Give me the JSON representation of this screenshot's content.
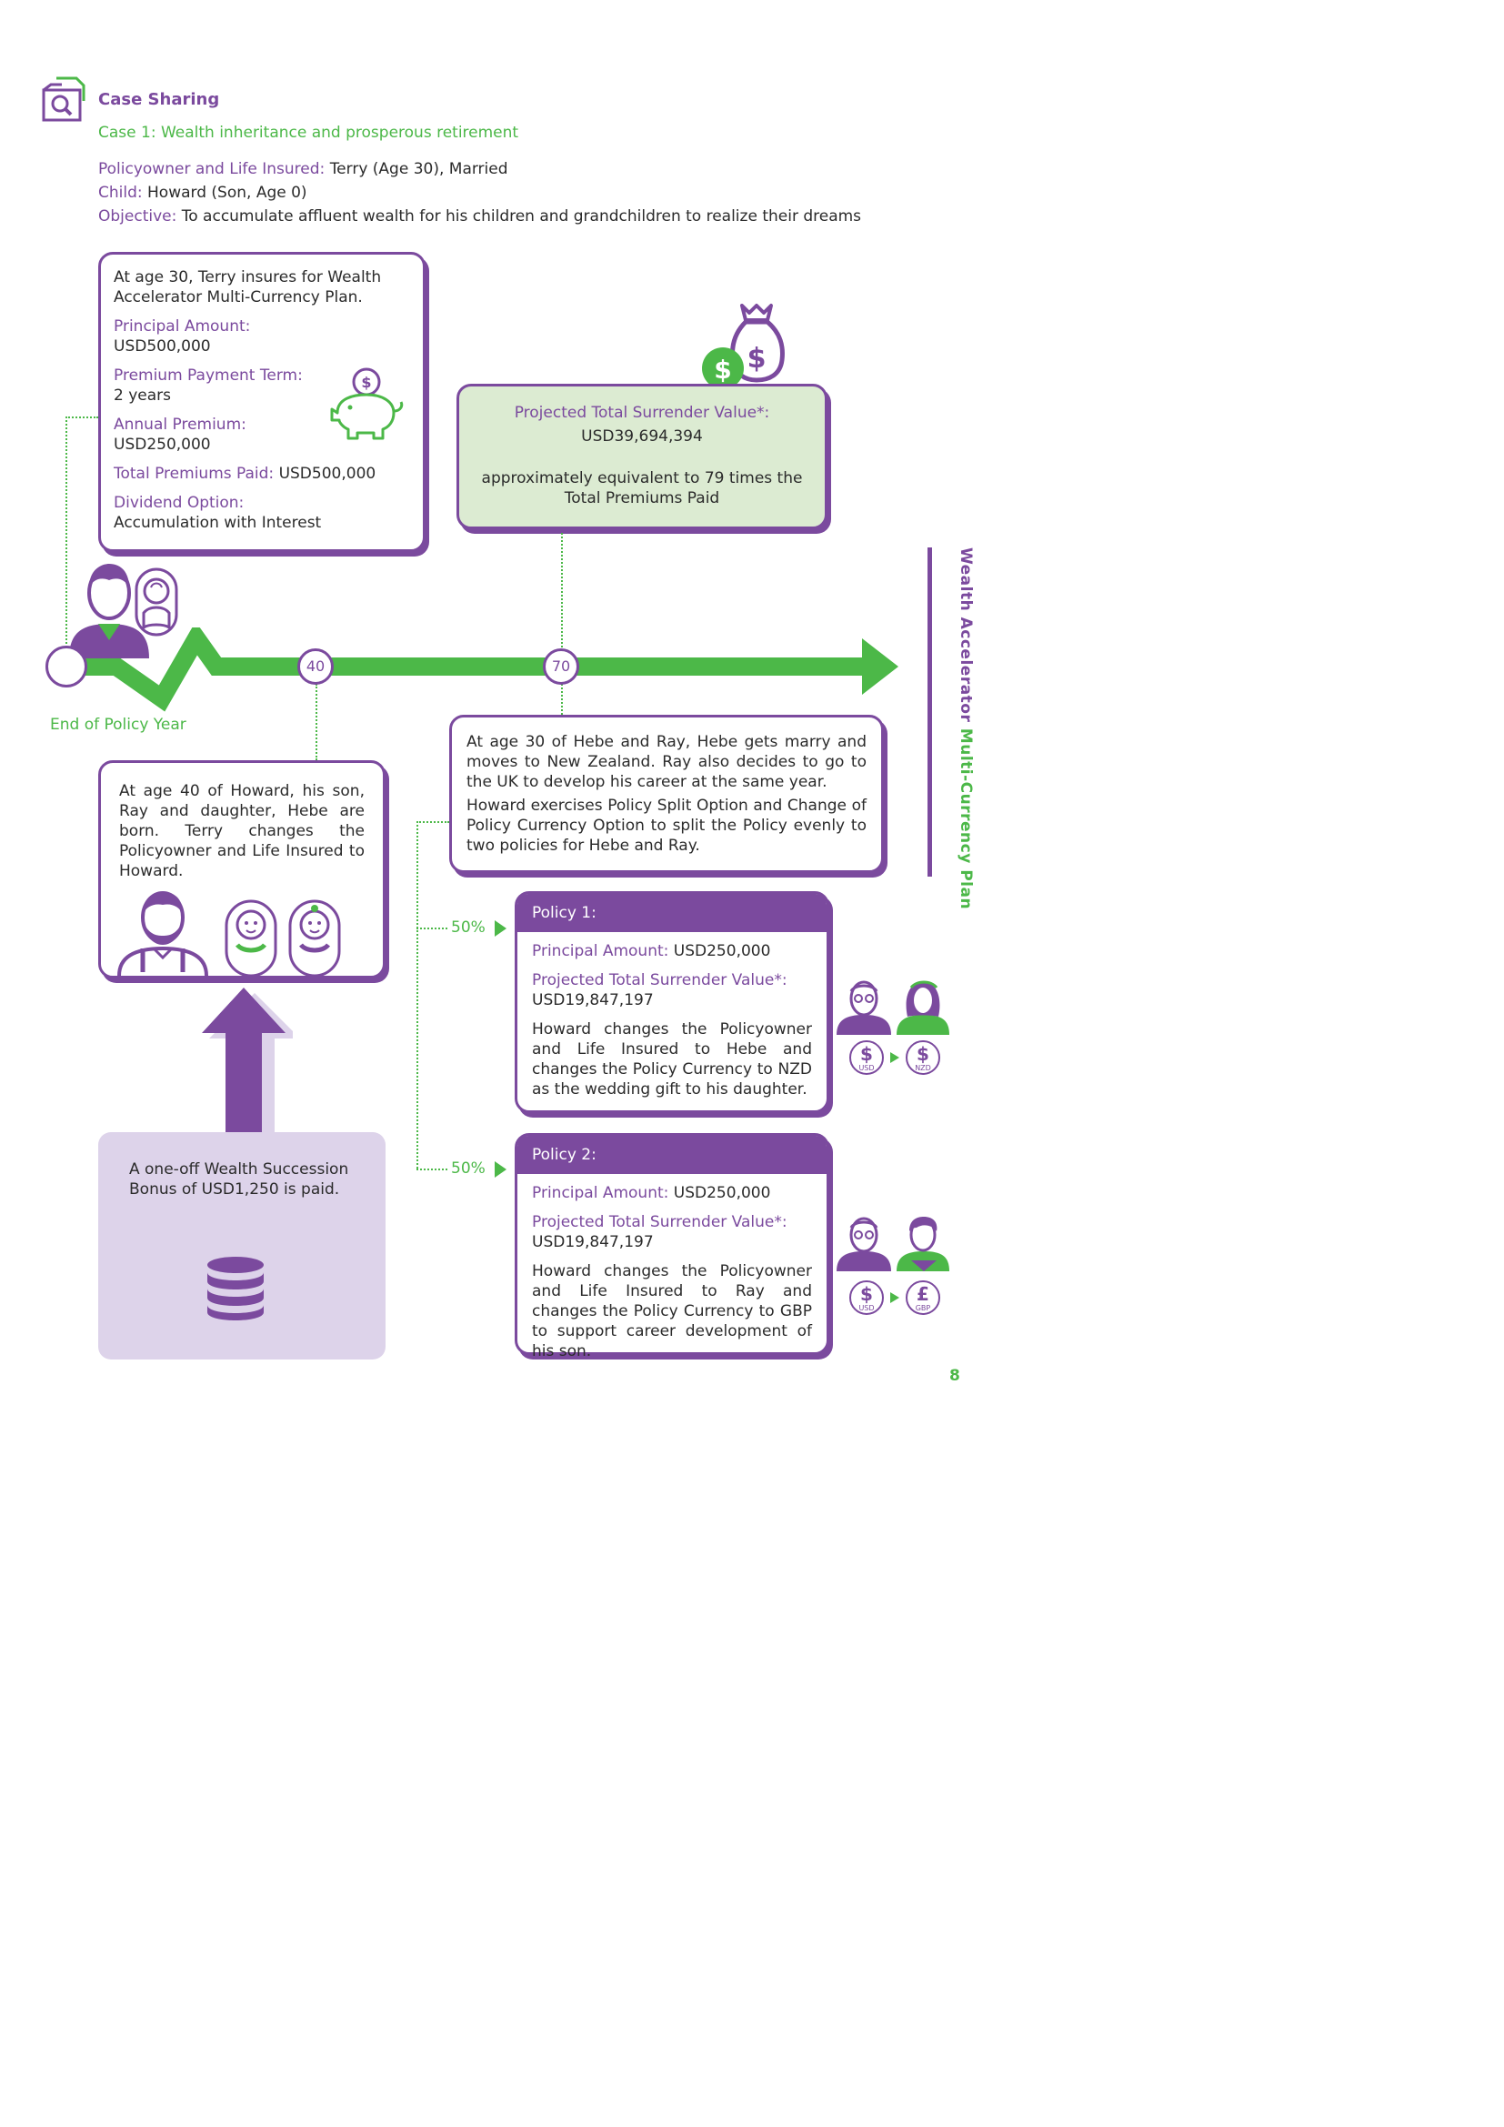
{
  "header": {
    "section_title": "Case Sharing",
    "case_title": "Case 1: Wealth inheritance and prosperous retirement",
    "policyowner_label": "Policyowner and Life Insured:",
    "policyowner_value": "Terry (Age 30), Married",
    "child_label": "Child:",
    "child_value": "Howard (Son, Age 0)",
    "objective_label": "Objective:",
    "objective_value": "To accumulate affluent wealth for his children and grandchildren to realize their dreams"
  },
  "start_card": {
    "intro": "At age 30, Terry insures for Wealth Accelerator Multi-Currency Plan.",
    "principal_label": "Principal Amount:",
    "principal_value": "USD500,000",
    "term_label": "Premium Payment Term:",
    "term_value": "2 years",
    "annual_label": "Annual Premium:",
    "annual_value": "USD250,000",
    "total_label": "Total Premiums Paid:",
    "total_value": "USD500,000",
    "dividend_label": "Dividend Option:",
    "dividend_value": "Accumulation with Interest"
  },
  "surrender_card": {
    "label": "Projected Total Surrender Value*:",
    "value": "USD39,694,394",
    "note": "approximately equivalent to 79 times the Total Premiums Paid"
  },
  "timeline": {
    "milestone_1": "40",
    "milestone_2": "70",
    "axis_label": "End of Policy Year"
  },
  "age40_card": {
    "text": "At age 40 of Howard, his son, Ray and daughter, Hebe are born. Terry changes the Policyowner and Life Insured to Howard."
  },
  "age70_card": {
    "para1": "At age 30 of Hebe and Ray, Hebe gets marry and moves to New Zealand. Ray also decides to go to the UK to develop his career at the same year.",
    "para2": "Howard exercises Policy Split Option and Change of Policy Currency Option to split the Policy evenly to two policies for Hebe and Ray."
  },
  "bonus_card": {
    "text": "A one-off Wealth Succession Bonus of USD1,250 is paid."
  },
  "policy_1": {
    "split": "50%",
    "title": "Policy 1:",
    "principal_label": "Principal Amount:",
    "principal_value": "USD250,000",
    "surrender_label": "Projected Total Surrender Value*:",
    "surrender_value": "USD19,847,197",
    "description": "Howard changes the Policyowner and Life Insured to Hebe and changes the Policy Currency to NZD as the wedding gift to his daughter.",
    "from_currency": "USD",
    "to_currency": "NZD",
    "from_symbol": "$",
    "to_symbol": "$"
  },
  "policy_2": {
    "split": "50%",
    "title": "Policy 2:",
    "principal_label": "Principal Amount:",
    "principal_value": "USD250,000",
    "surrender_label": "Projected Total Surrender Value*:",
    "surrender_value": "USD19,847,197",
    "description": "Howard changes the Policyowner and Life Insured to Ray and changes the Policy Currency to GBP to support career development of his son.",
    "from_currency": "USD",
    "to_currency": "GBP",
    "from_symbol": "$",
    "to_symbol": "£"
  },
  "side_title": {
    "part1": "Wealth Accelerator ",
    "part2": "Multi-Currency Plan"
  },
  "page_number": "8",
  "colors": {
    "purple": "#7b4a9e",
    "green": "#4cb848",
    "light_green": "#dcebd2",
    "light_purple": "#ddd3ea"
  },
  "icons": [
    "case-sharing-icon",
    "piggy-bank-icon",
    "money-bag-icon",
    "database-icon",
    "person-icon",
    "baby-icon",
    "currency-icon"
  ]
}
